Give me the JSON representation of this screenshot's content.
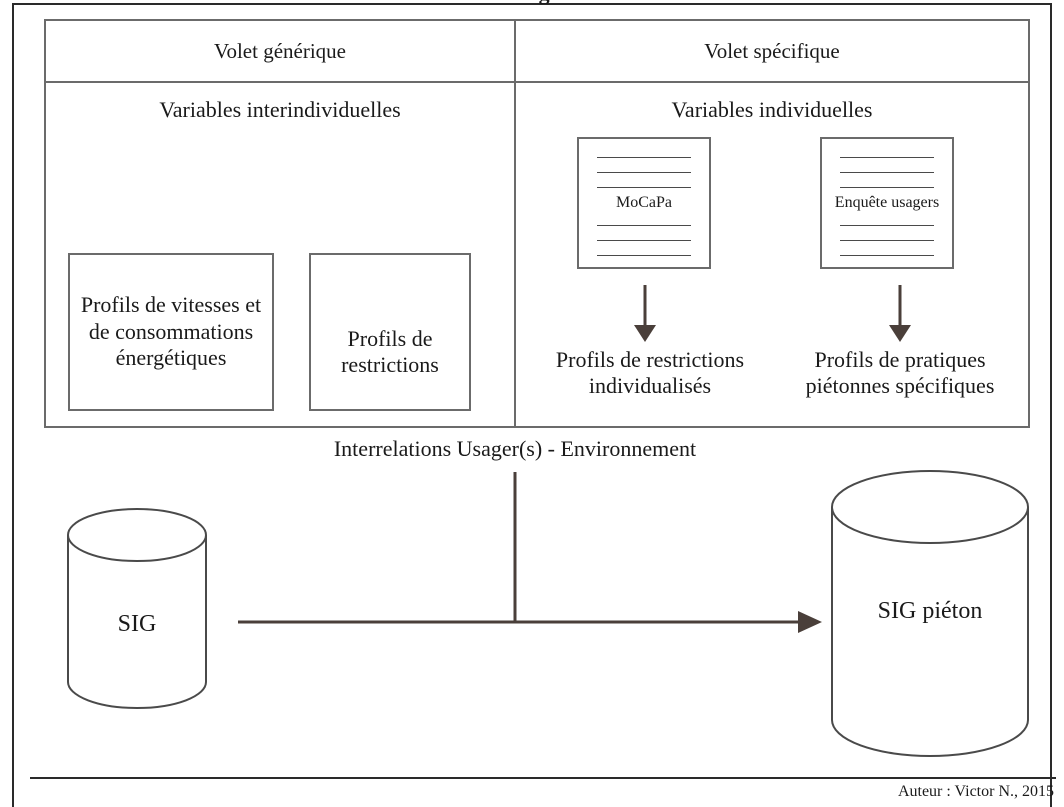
{
  "title_fragment": "ng",
  "header": {
    "generic": "Volet générique",
    "specific": "Volet spécifique"
  },
  "generic": {
    "subtitle": "Variables interindividuelles",
    "box_speed": "Profils de vitesses et de consommations énergétiques",
    "box_restrictions": "Profils de restrictions"
  },
  "specific": {
    "subtitle": "Variables individuelles",
    "doc_mocapa": "MoCaPa",
    "doc_survey": "Enquête usagers",
    "result_restrictions": "Profils de restrictions individualisés",
    "result_practices": "Profils de pratiques piétonnes spécifiques"
  },
  "interrelations": "Interrelations Usager(s) - Environnement",
  "db_source": "SIG",
  "db_target": "SIG piéton",
  "credit": "Auteur : Victor N., 2015"
}
